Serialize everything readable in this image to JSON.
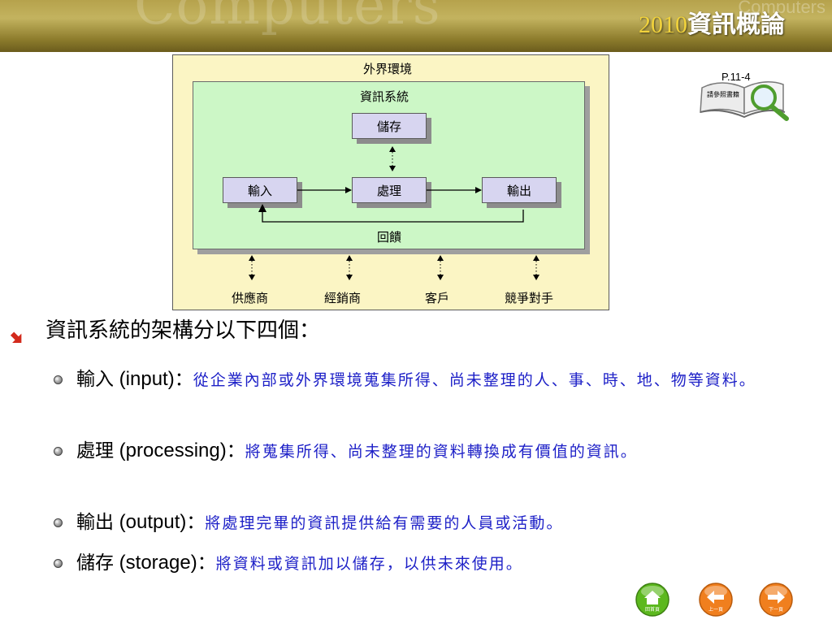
{
  "header": {
    "watermark_text": "Computers",
    "watermark_small": "Computers",
    "title_year": "2010",
    "title_text": "資訊概論"
  },
  "diagram": {
    "environment_label": "外界環境",
    "system_label": "資訊系統",
    "nodes": {
      "storage": "儲存",
      "input": "輸入",
      "process": "處理",
      "output": "輸出"
    },
    "feedback_label": "回饋",
    "external_entities": [
      "供應商",
      "經銷商",
      "客戶",
      "競爭對手"
    ]
  },
  "reference": {
    "page": "P.11-4",
    "label": "請參照書籍"
  },
  "content": {
    "heading": "資訊系統的架構分以下四個：",
    "items": [
      {
        "term": "輸入",
        "english": " (input)",
        "colon": "：",
        "description": "從企業內部或外界環境蒐集所得、尚未整理的人、事、時、地、物等資料。"
      },
      {
        "term": "處理",
        "english": " (processing)",
        "colon": "：",
        "description": "將蒐集所得、尚未整理的資料轉換成有價值的資訊。"
      },
      {
        "term": "輸出",
        "english": " (output)",
        "colon": "：",
        "description": "將處理完畢的資訊提供給有需要的人員或活動。"
      },
      {
        "term": "儲存",
        "english": " (storage)",
        "colon": "：",
        "description": "將資料或資訊加以儲存，以供未來使用。"
      }
    ]
  },
  "navigation": {
    "home_label": "回首頁",
    "prev_label": "上一頁",
    "next_label": "下一頁"
  },
  "colors": {
    "description_text": "#1c1fc7",
    "home_button": "#5cb81e",
    "nav_button": "#f07f1e"
  }
}
